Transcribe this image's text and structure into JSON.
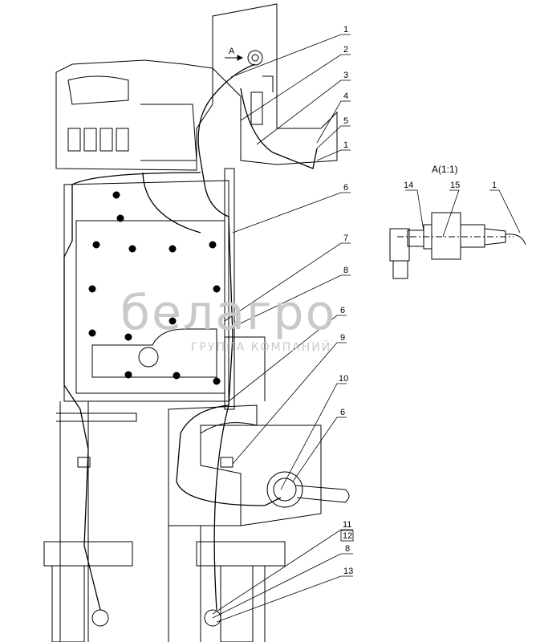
{
  "view_arrow_label": "A",
  "detail_view_title": "A(1:1)",
  "callouts": {
    "c1_top": "1",
    "c2": "2",
    "c3": "3",
    "c4": "4",
    "c5": "5",
    "c1_mid": "1",
    "c6_a": "6",
    "c7": "7",
    "c8_a": "8",
    "c6_b": "6",
    "c9": "9",
    "c10": "10",
    "c6_c": "6",
    "c11": "11",
    "c12": "12",
    "c8_b": "8",
    "c13": "13",
    "d14": "14",
    "d15": "15",
    "d1": "1"
  },
  "watermark": {
    "brand": "белагро",
    "subtitle": "ГРУППА КОМПАНИЙ"
  }
}
